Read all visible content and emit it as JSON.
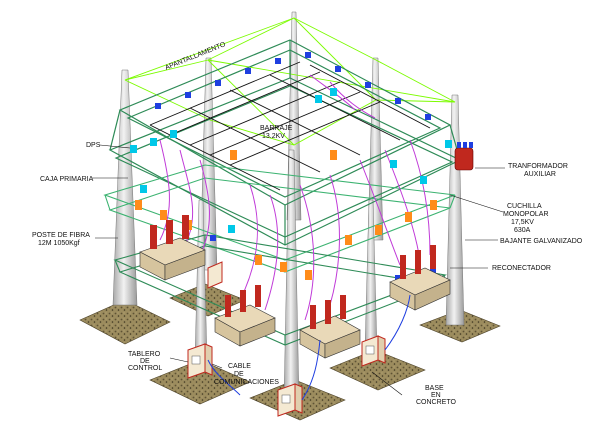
{
  "labels": {
    "shield": "APANTALLAMENTO",
    "busbar_line1": "BARRAJE",
    "busbar_line2": "13.2KV",
    "surge_arrester": "DPS",
    "primary_box": "CAJA PRIMARIA",
    "pole_line1": "POSTE DE FIBRA",
    "pole_line2": "12M 1050Kgf",
    "aux_transformer_line1": "TRANFORMADOR",
    "aux_transformer_line2": "AUXILIAR",
    "switch_line1": "CUCHILLA",
    "switch_line2": "MONOPOLAR",
    "switch_line3": "17,5KV",
    "switch_line4": "630A",
    "galvanized_down": "BAJANTE GALVANIZADO",
    "recloser": "RECONECTADOR",
    "control_board_line1": "TABLERO",
    "control_board_line2": "DE",
    "control_board_line3": "CONTROL",
    "comm_cable_line1": "CABLE",
    "comm_cable_line2": "DE",
    "comm_cable_line3": "COMUNICACIONES",
    "base_line1": "BASE",
    "base_line2": "EN",
    "base_line3": "CONCRETO"
  },
  "colors": {
    "steel": "#2e8b57",
    "steel_light": "#9bd89b",
    "shield_wire": "#7cfc00",
    "conductor": "#000000",
    "phase_purple": "#c03ad8",
    "insulator_blue": "#1f3fe0",
    "insulator_cyan": "#00c8e8",
    "insulator_orange": "#ff8c1a",
    "recloser_red": "#c0281e",
    "box_tan": "#e9d9b8",
    "ground_brown": "#8b7a52",
    "pole_gray": "#d8d8d8"
  }
}
